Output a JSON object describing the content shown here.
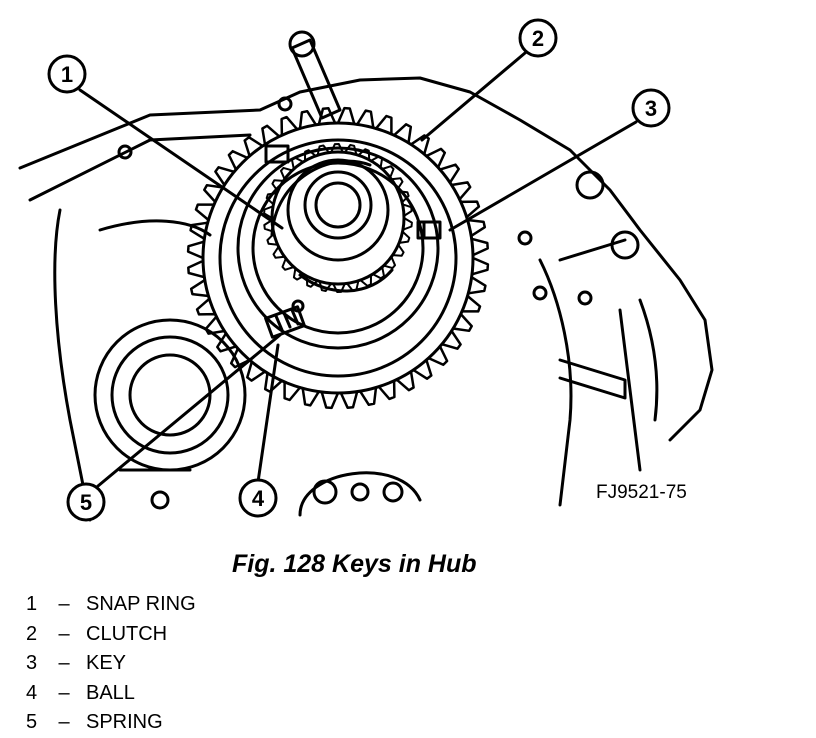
{
  "figure": {
    "figure_code": "FJ9521-75",
    "callouts": [
      "1",
      "2",
      "3",
      "4",
      "5"
    ]
  },
  "caption": "Fig. 128 Keys in Hub",
  "legend": [
    {
      "num": "1",
      "dash": "–",
      "label": "SNAP RING"
    },
    {
      "num": "2",
      "dash": "–",
      "label": "CLUTCH"
    },
    {
      "num": "3",
      "dash": "–",
      "label": "KEY"
    },
    {
      "num": "4",
      "dash": "–",
      "label": "BALL"
    },
    {
      "num": "5",
      "dash": "–",
      "label": "SPRING"
    }
  ]
}
